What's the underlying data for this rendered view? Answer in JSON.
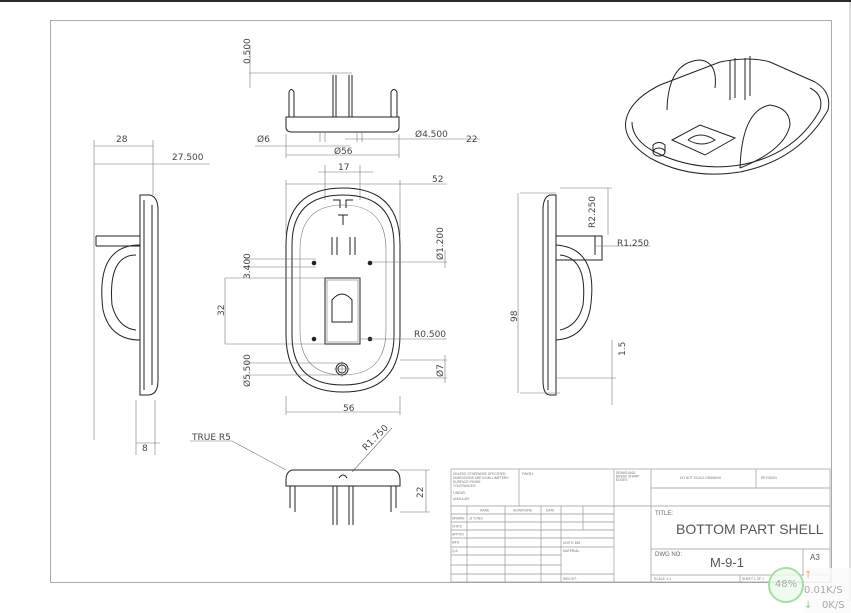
{
  "dimensions": {
    "d0500": "0.500",
    "d_phi6": "Ø6",
    "d_phi4500": "Ø4.500",
    "d22top": "22",
    "d_phi56": "Ø56",
    "d17": "17",
    "d52": "52",
    "d28": "28",
    "d27500": "27.500",
    "d3400": "3.400",
    "d32": "32",
    "d_r0500": "R0.500",
    "d_phi5500": "Ø5.500",
    "d_phi7": "Ø7",
    "d56": "56",
    "d_phi1200": "Ø1.200",
    "d_trueR5": "TRUE R5",
    "d_r1750": "R1.750",
    "d8": "8",
    "d_r2250": "R2.250",
    "d_r1250": "R1.250",
    "d98": "98",
    "d15": "1.5",
    "d22bottom": "22"
  },
  "title_block": {
    "notes": [
      "UNLESS OTHERWISE SPECIFIED:",
      "DIMENSIONS ARE IN MILLIMETERS",
      "SURFACE FINISH:",
      "TOLERANCES:",
      "LINEAR:",
      "ANGULAR:"
    ],
    "finish": "FINISH:",
    "debur": [
      "DEBUR AND",
      "BREAK SHARP",
      "EDGES"
    ],
    "do_not_scale": "DO NOT SCALE DRAWING",
    "revision": "REVISION",
    "headers": [
      "NAME",
      "SIGNATURE",
      "DATE"
    ],
    "roles": [
      "DRAWN",
      "CHK'D",
      "APPV'D",
      "MFG",
      "Q.A"
    ],
    "drawn_name": "JJ YONG",
    "units": "UNITS:  MM",
    "material": "MATERIAL:",
    "weight": "WEIGHT:",
    "title_label": "TITLE:",
    "title": "BOTTOM PART SHELL",
    "dwg_no_label": "DWG NO:",
    "dwg_no": "M-9-1",
    "size": "A3",
    "scale": "SCALE:  1:1",
    "sheet": "SHEET 1 OF 1"
  },
  "overlay": {
    "percent": "48%",
    "upload": "0.01K/S",
    "download": "0K/S"
  }
}
